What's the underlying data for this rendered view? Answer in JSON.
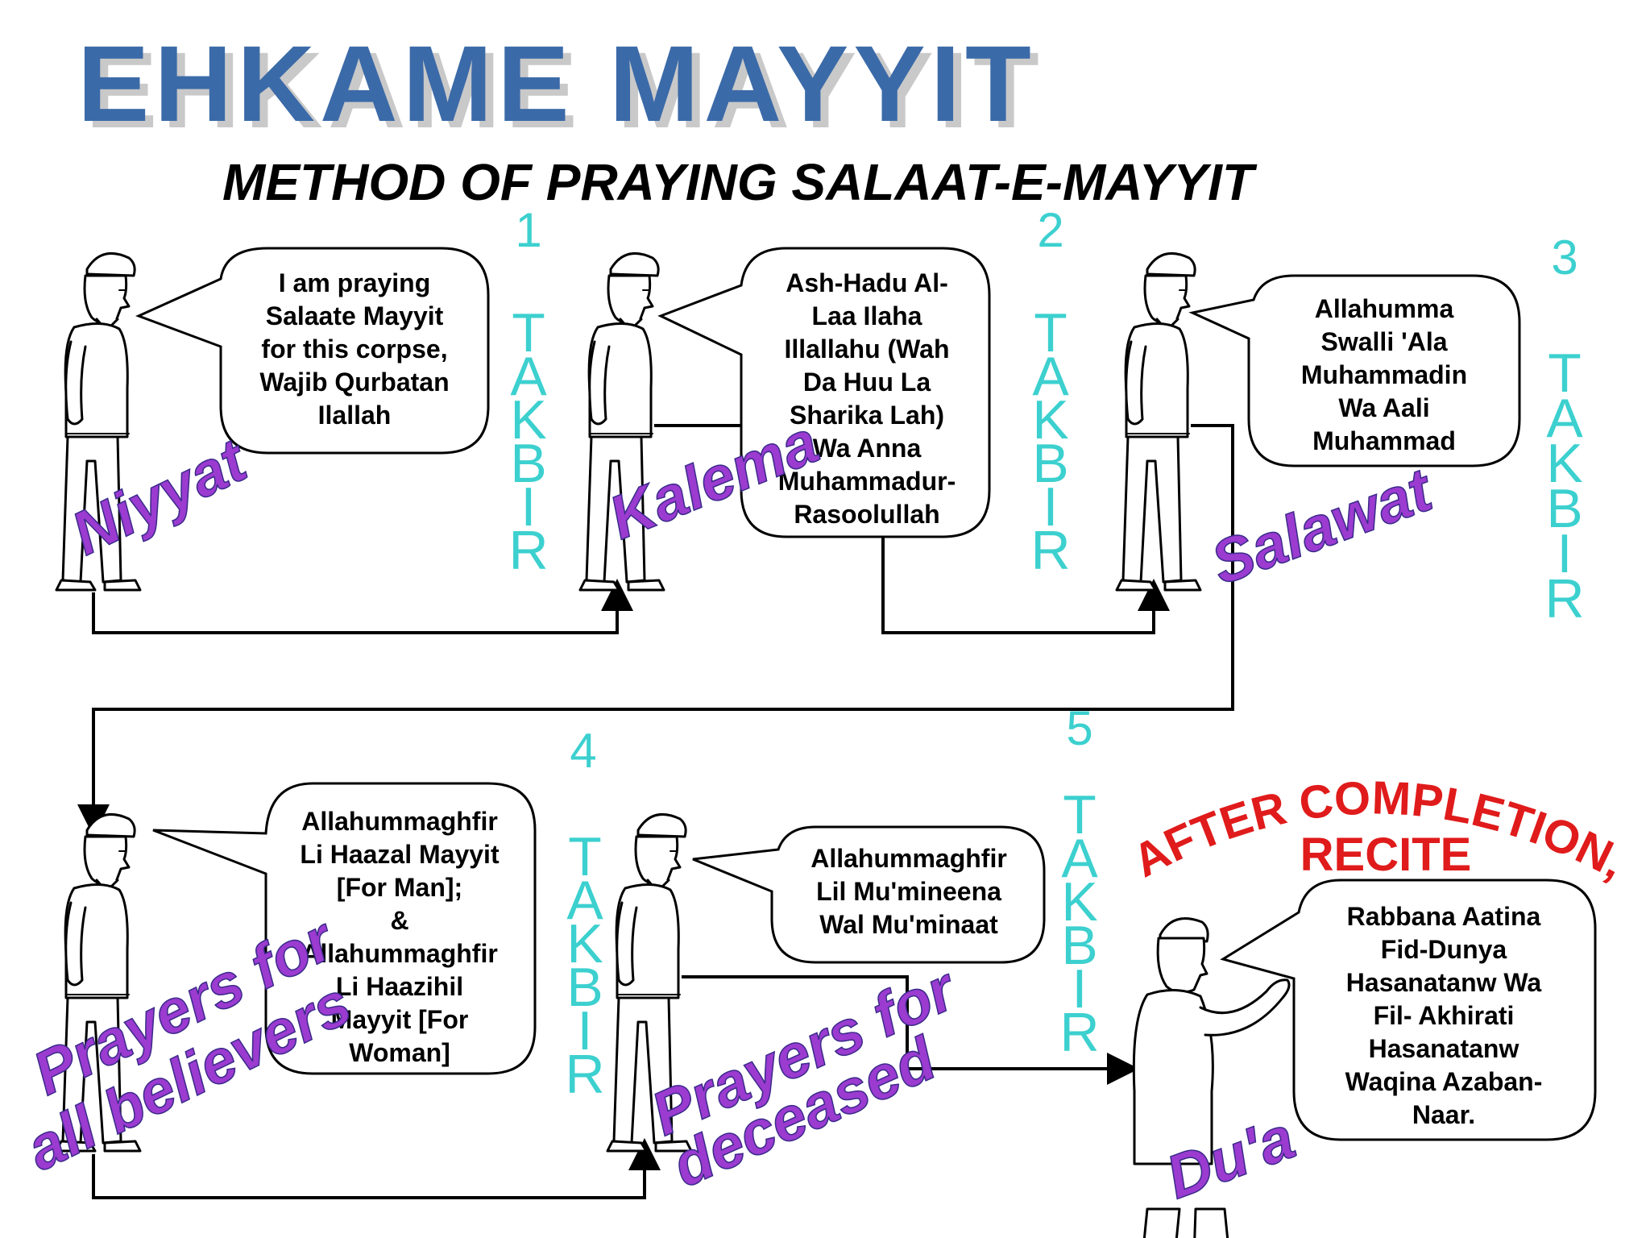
{
  "title": "EHKAME MAYYIT",
  "subtitle": "METHOD OF PRAYING SALAAT-E-MAYYIT",
  "colors": {
    "title": "#3b6aa8",
    "title_shadow": "#c9c9c9",
    "takbir": "#3cd0cf",
    "step_label": "#9b3bd0",
    "after_completion": "#e01b1b"
  },
  "takbir_word": "TAKBIR",
  "takbirs": [
    {
      "number": "1"
    },
    {
      "number": "2"
    },
    {
      "number": "3"
    },
    {
      "number": "4"
    },
    {
      "number": "5"
    }
  ],
  "steps": [
    {
      "label": "Niyyat",
      "speech": [
        "I am praying",
        "Salaate Mayyit",
        "for this corpse,",
        "Wajib Qurbatan",
        "Ilallah"
      ]
    },
    {
      "label": "Kalema",
      "speech": [
        "Ash-Hadu Al-",
        "Laa Ilaha",
        "Illallahu (Wah",
        "Da Huu La",
        "Sharika Lah)",
        "Wa Anna",
        "Muhammadur-",
        "Rasoolullah"
      ]
    },
    {
      "label": "Salawat",
      "speech": [
        "Allahumma",
        "Swalli 'Ala",
        "Muhammadin",
        "Wa Aali",
        "Muhammad"
      ]
    },
    {
      "label_lines": [
        "Prayers for",
        "all believers"
      ],
      "speech": [
        "Allahummaghfir",
        "Li Haazal Mayyit",
        "[For Man];",
        "&",
        "Allahummaghfir",
        "Li Haazihil",
        "Mayyit [For",
        "Woman]"
      ]
    },
    {
      "label_lines": [
        "Prayers for",
        "deceased"
      ],
      "speech": [
        "Allahummaghfir",
        "Lil Mu'mineena",
        "Wal Mu'minaat"
      ]
    },
    {
      "label": "Du'a",
      "speech": [
        "Rabbana Aatina",
        "Fid-Dunya",
        "Hasanatanw Wa",
        "Fil- Akhirati",
        "Hasanatanw",
        "Waqina Azaban-",
        "Naar."
      ]
    }
  ],
  "after_completion": {
    "line1": "AFTER COMPLETION,",
    "line2": "RECITE"
  }
}
